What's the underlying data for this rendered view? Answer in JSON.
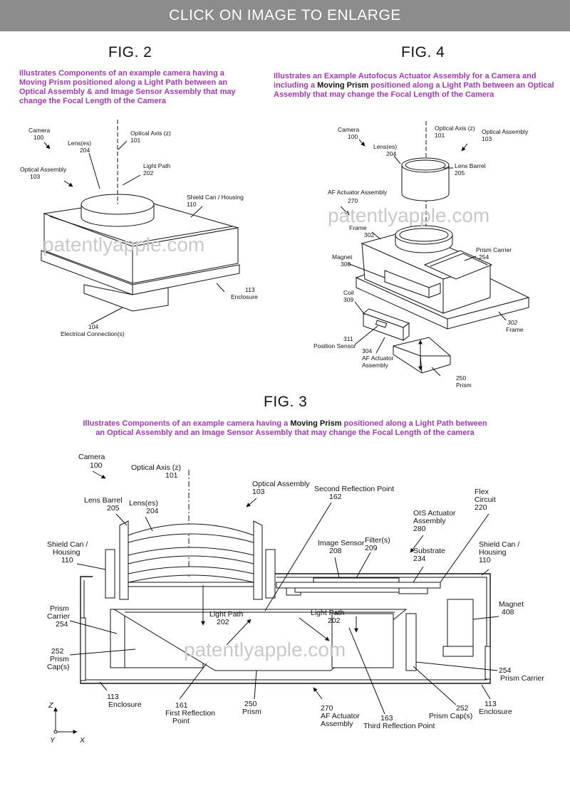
{
  "banner": "CLICK ON IMAGE TO ENLARGE",
  "watermark": "patentlyapple.com",
  "fig2": {
    "title": "FIG. 2",
    "caption": "Illustrates Components of an example camera having a Moving Prism positioned along a Light Path between an Optical Assembly & and Image Sensor Assembly that may change the Focal Length of the Camera",
    "labels": {
      "camera": "Camera",
      "camera_num": "100",
      "lens": "Lens(es)",
      "lens_num": "204",
      "axis": "Optical Axis (z)",
      "axis_num": "101",
      "optical": "Optical Assembly",
      "optical_num": "103",
      "light": "Light Path",
      "light_num": "202",
      "shield": "Shield Can / Housing",
      "shield_num": "110",
      "enclosure_num": "113",
      "enclosure": "Enclosure",
      "elec_num": "104",
      "elec": "Electrical Connection(s)"
    }
  },
  "fig4": {
    "title": "FIG. 4",
    "caption_pre": "Illustrates an Example Autofocus Actuator Assembly for a Camera and including a ",
    "caption_bold": "Moving Prism",
    "caption_post": " positioned along a Light Path between an Optical Assembly that may change the Focal Length of the Camera",
    "labels": {
      "camera": "Camera",
      "camera_num": "100",
      "axis": "Optical Axis (z)",
      "axis_num": "101",
      "optical": "Optical Assembly",
      "optical_num": "103",
      "lens": "Lens(es)",
      "lens_num": "204",
      "barrel": "Lens Barrel",
      "barrel_num": "205",
      "af": "AF Actuator Assembly",
      "af_num": "270",
      "frame": "Frame",
      "frame_num": "302",
      "carrier": "Prism Carrier",
      "carrier_num": "254",
      "magnet": "Magnet",
      "magnet_num": "308",
      "coil": "Coil",
      "coil_num": "309",
      "frame2_num": "302",
      "frame2": "Frame",
      "pos_num": "311",
      "pos": "Position Sensor",
      "afa_num": "304",
      "afa1": "AF Actuator",
      "afa2": "Assembly",
      "prism_num": "250",
      "prism": "Prism"
    }
  },
  "fig3": {
    "title": "FIG. 3",
    "caption_line1_pre": "Illustrates Components of an example camera having a ",
    "caption_line1_bold": "Moving Prism",
    "caption_line1_post": " positioned along a Light Path between",
    "caption_line2": "an Optical Assembly and an Image Sensor Assembly that may change the Focal Length of the camera",
    "labels": {
      "camera": "Camera",
      "camera_num": "100",
      "axis": "Optical Axis (z)",
      "axis_num": "101",
      "optical": "Optical Assembly",
      "optical_num": "103",
      "barrel": "Lens Barrel",
      "barrel_num": "205",
      "lens": "Lens(es)",
      "lens_num": "204",
      "second": "Second Reflection Point",
      "second_num": "162",
      "flex1": "Flex",
      "flex2": "Circuit",
      "flex_num": "220",
      "ois1": "OIS Actuator",
      "ois2": "Assembly",
      "ois_num": "280",
      "shieldL1": "Shield Can /",
      "shieldL2": "Housing",
      "shieldL_num": "110",
      "sensor": "Image Sensor",
      "sensor_num": "208",
      "filter": "Filter(s)",
      "filter_num": "209",
      "substrate": "Substrate",
      "substrate_num": "234",
      "shieldR1": "Shield Can /",
      "shieldR2": "Housing",
      "shieldR_num": "110",
      "carrierL1": "Prism",
      "carrierL2": "Carrier",
      "carrierL_num": "254",
      "lightL1": "Light Path",
      "lightL_num": "202",
      "lightR1": "Light Path",
      "lightR_num": "202",
      "magnet": "Magnet",
      "magnet_num": "408",
      "capL_num": "252",
      "capL1": "Prism",
      "capL2": "Cap(s)",
      "carrierR_num": "254",
      "carrierR": "Prism Carrier",
      "encL_num": "113",
      "encL": "Enclosure",
      "first_num": "161",
      "first1": "First Reflection",
      "first2": "Point",
      "prism_num": "250",
      "prism": "Prism",
      "af_num": "270",
      "af1": "AF Actuator",
      "af2": "Assembly",
      "third_num": "163",
      "third": "Third Reflection Point",
      "capR_num": "252",
      "capR": "Prism Cap(s)",
      "encR_num": "113",
      "encR": "Enclosure",
      "axZ": "Z",
      "axY": "Y",
      "axX": "X"
    }
  }
}
